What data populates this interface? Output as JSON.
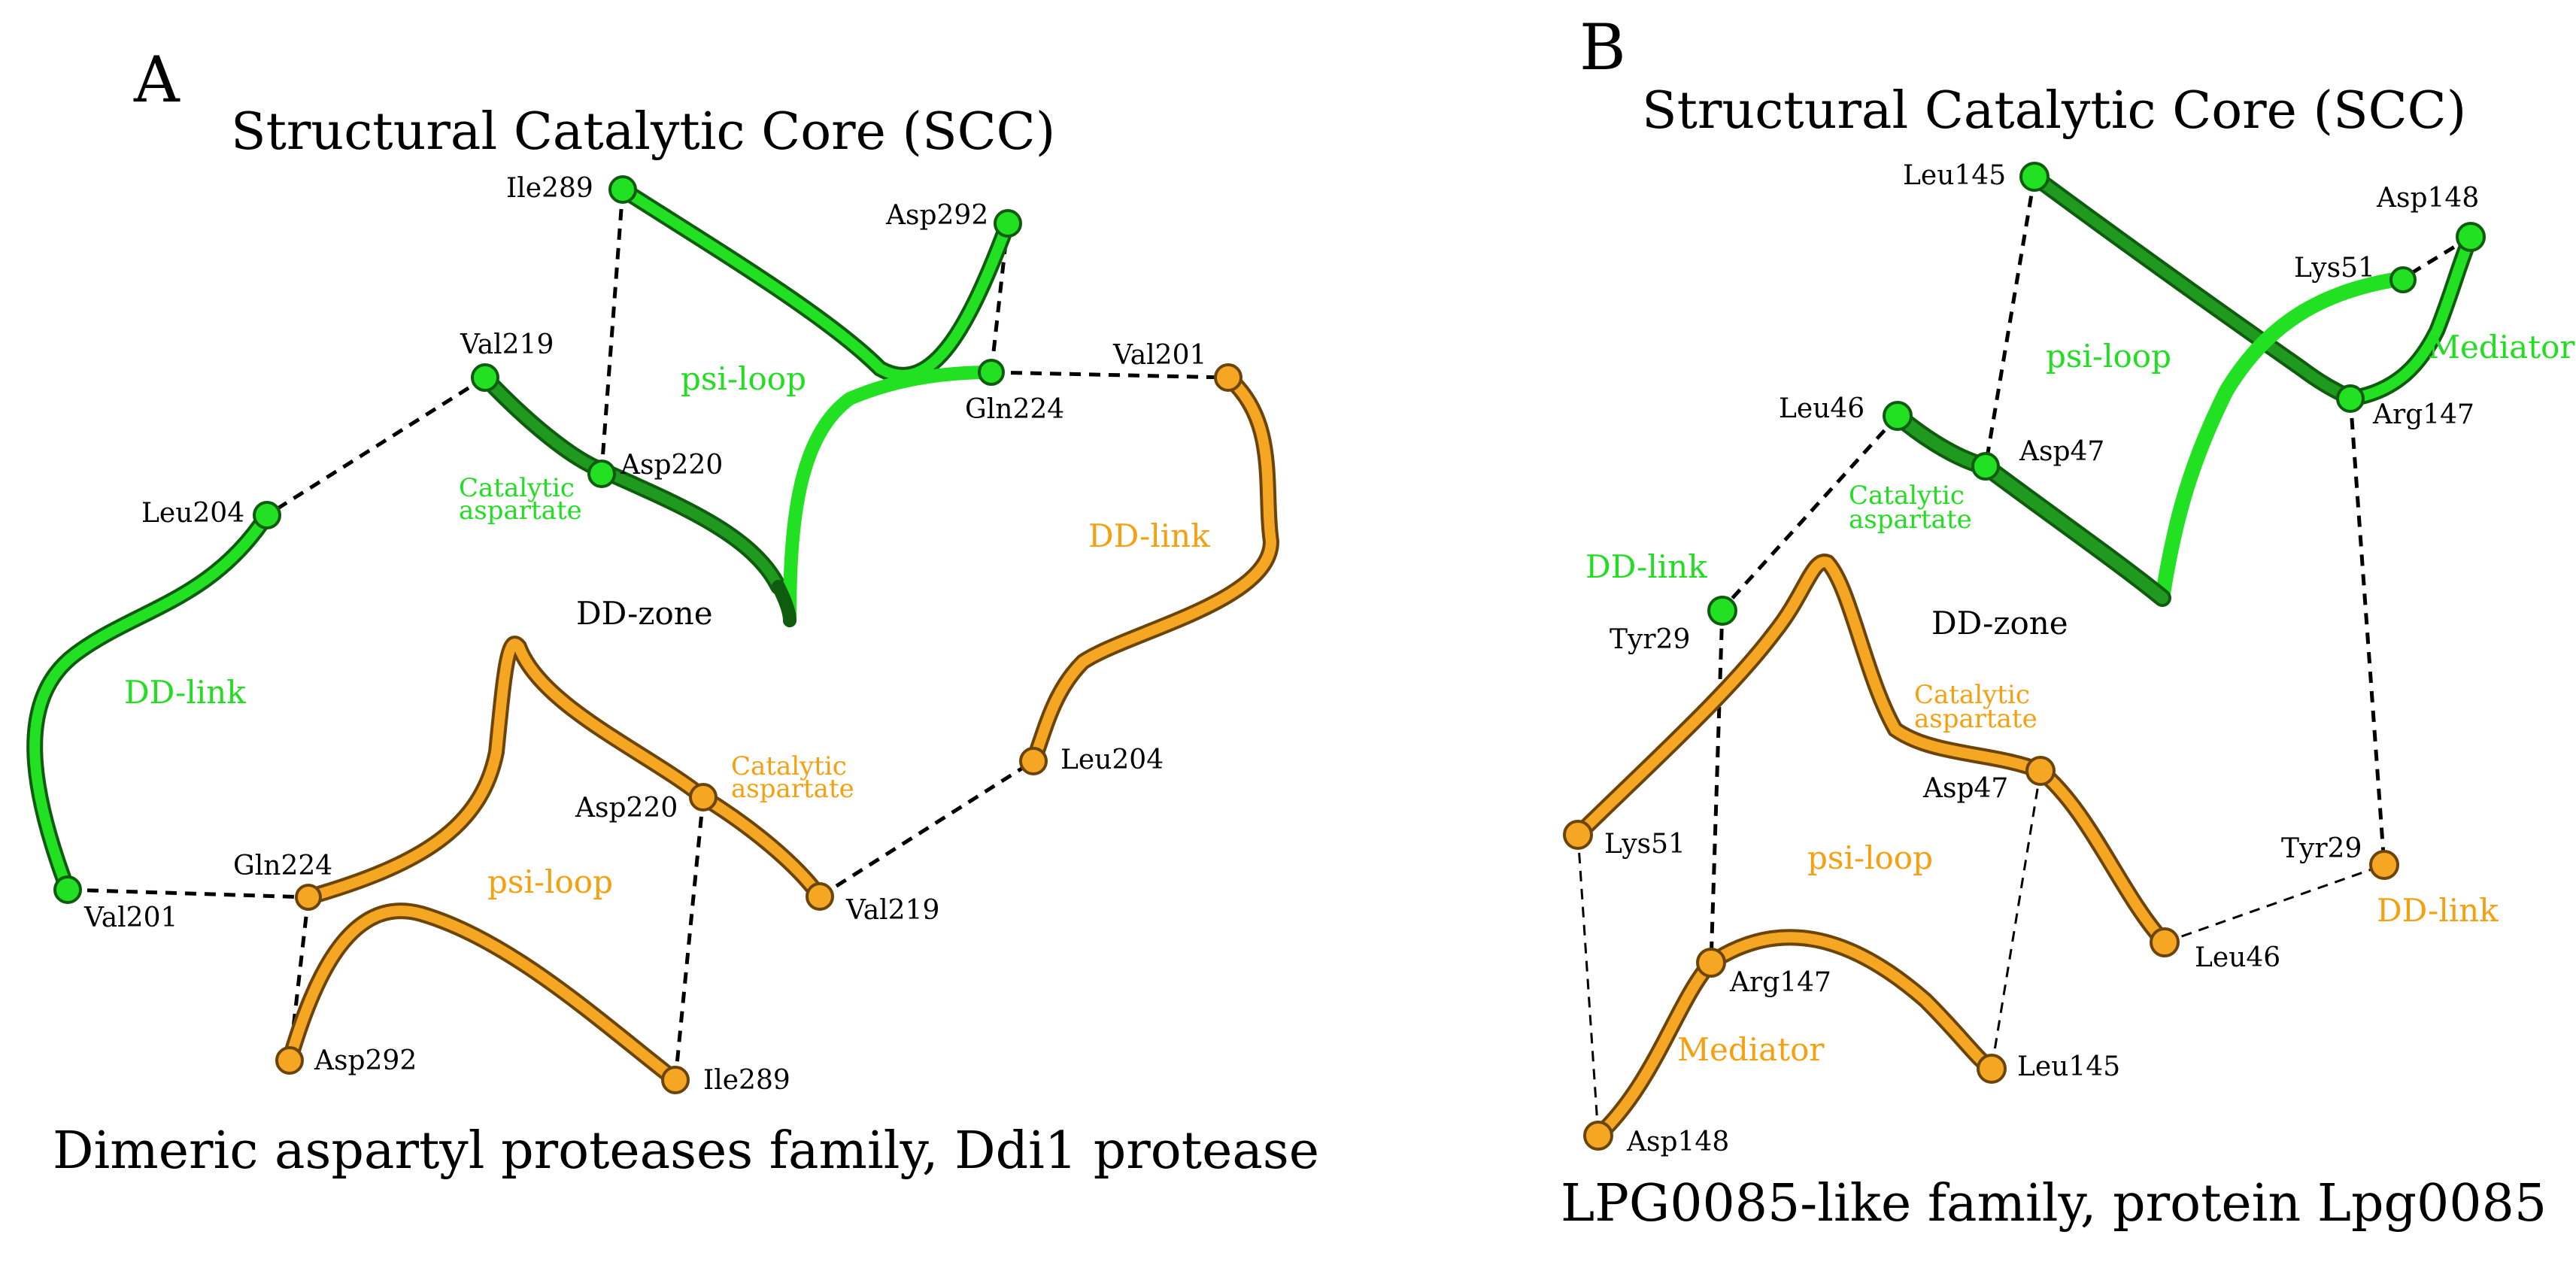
{
  "colors": {
    "green_light": "#22e022",
    "green_dark": "#1a8a1a",
    "orange_light": "#f5a623",
    "orange_dark": "#8a5a10",
    "green_label": "#22dd22",
    "orange_label": "#f5a010"
  },
  "panelA": {
    "letter": "A",
    "title": "Structural Catalytic Core (SCC)",
    "caption": "Dimeric aspartyl proteases family, Ddi1 protease",
    "zone": "DD-zone",
    "green": {
      "psi_loop": "psi-loop",
      "dd_link": "DD-link",
      "catalytic_1": "Catalytic",
      "catalytic_2": "aspartate",
      "res": {
        "ile289": "Ile289",
        "asp292": "Asp292",
        "val219": "Val219",
        "asp220": "Asp220",
        "gln224": "Gln224",
        "leu204": "Leu204",
        "val201": "Val201"
      }
    },
    "orange": {
      "psi_loop": "psi-loop",
      "dd_link": "DD-link",
      "catalytic_1": "Catalytic",
      "catalytic_2": "aspartate",
      "res": {
        "val201": "Val201",
        "leu204": "Leu204",
        "asp220": "Asp220",
        "val219": "Val219",
        "gln224": "Gln224",
        "asp292": "Asp292",
        "ile289": "Ile289"
      }
    }
  },
  "panelB": {
    "letter": "B",
    "title": "Structural Catalytic Core (SCC)",
    "caption": "LPG0085-like family, protein Lpg0085",
    "zone": "DD-zone",
    "green": {
      "psi_loop": "psi-loop",
      "dd_link": "DD-link",
      "mediator": "Mediator",
      "catalytic_1": "Catalytic",
      "catalytic_2": "aspartate",
      "res": {
        "leu145": "Leu145",
        "asp148": "Asp148",
        "lys51": "Lys51",
        "arg147": "Arg147",
        "leu46": "Leu46",
        "asp47": "Asp47",
        "tyr29": "Tyr29"
      }
    },
    "orange": {
      "psi_loop": "psi-loop",
      "dd_link": "DD-link",
      "mediator": "Mediator",
      "catalytic_1": "Catalytic",
      "catalytic_2": "aspartate",
      "res": {
        "asp47": "Asp47",
        "lys51": "Lys51",
        "tyr29": "Tyr29",
        "leu46": "Leu46",
        "arg147": "Arg147",
        "leu145": "Leu145",
        "asp148": "Asp148"
      }
    }
  }
}
